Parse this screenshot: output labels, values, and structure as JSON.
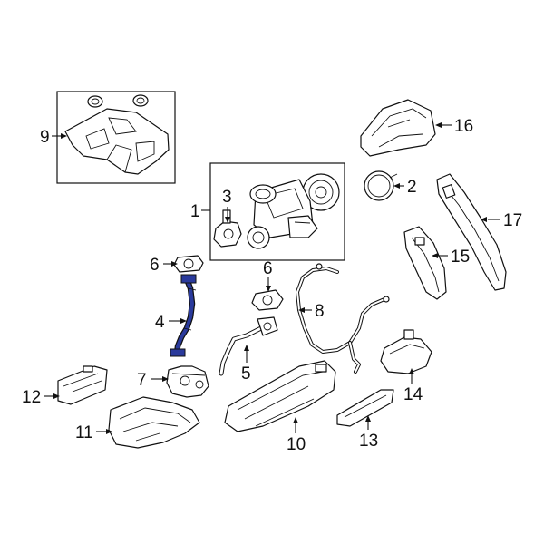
{
  "callouts": {
    "c1": "1",
    "c2": "2",
    "c3": "3",
    "c4": "4",
    "c5": "5",
    "c6a": "6",
    "c6b": "6",
    "c7": "7",
    "c8": "8",
    "c9": "9",
    "c10": "10",
    "c11": "11",
    "c12": "12",
    "c13": "13",
    "c14": "14",
    "c15": "15",
    "c16": "16",
    "c17": "17"
  },
  "colors": {
    "highlight": "#2a3a9c",
    "line": "#111111",
    "background": "#ffffff"
  },
  "highlighted_part": "4"
}
